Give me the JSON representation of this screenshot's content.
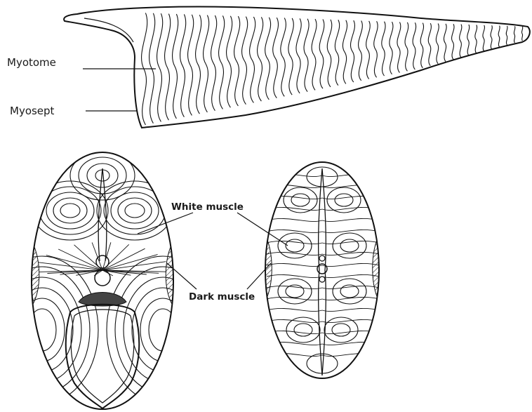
{
  "figure": {
    "labels": {
      "myotome": "Myotome",
      "myosept": "Myosept",
      "white_muscle": "White muscle",
      "dark_muscle": "Dark muscle"
    },
    "colors": {
      "ink": "#111111",
      "background": "#ffffff"
    }
  }
}
